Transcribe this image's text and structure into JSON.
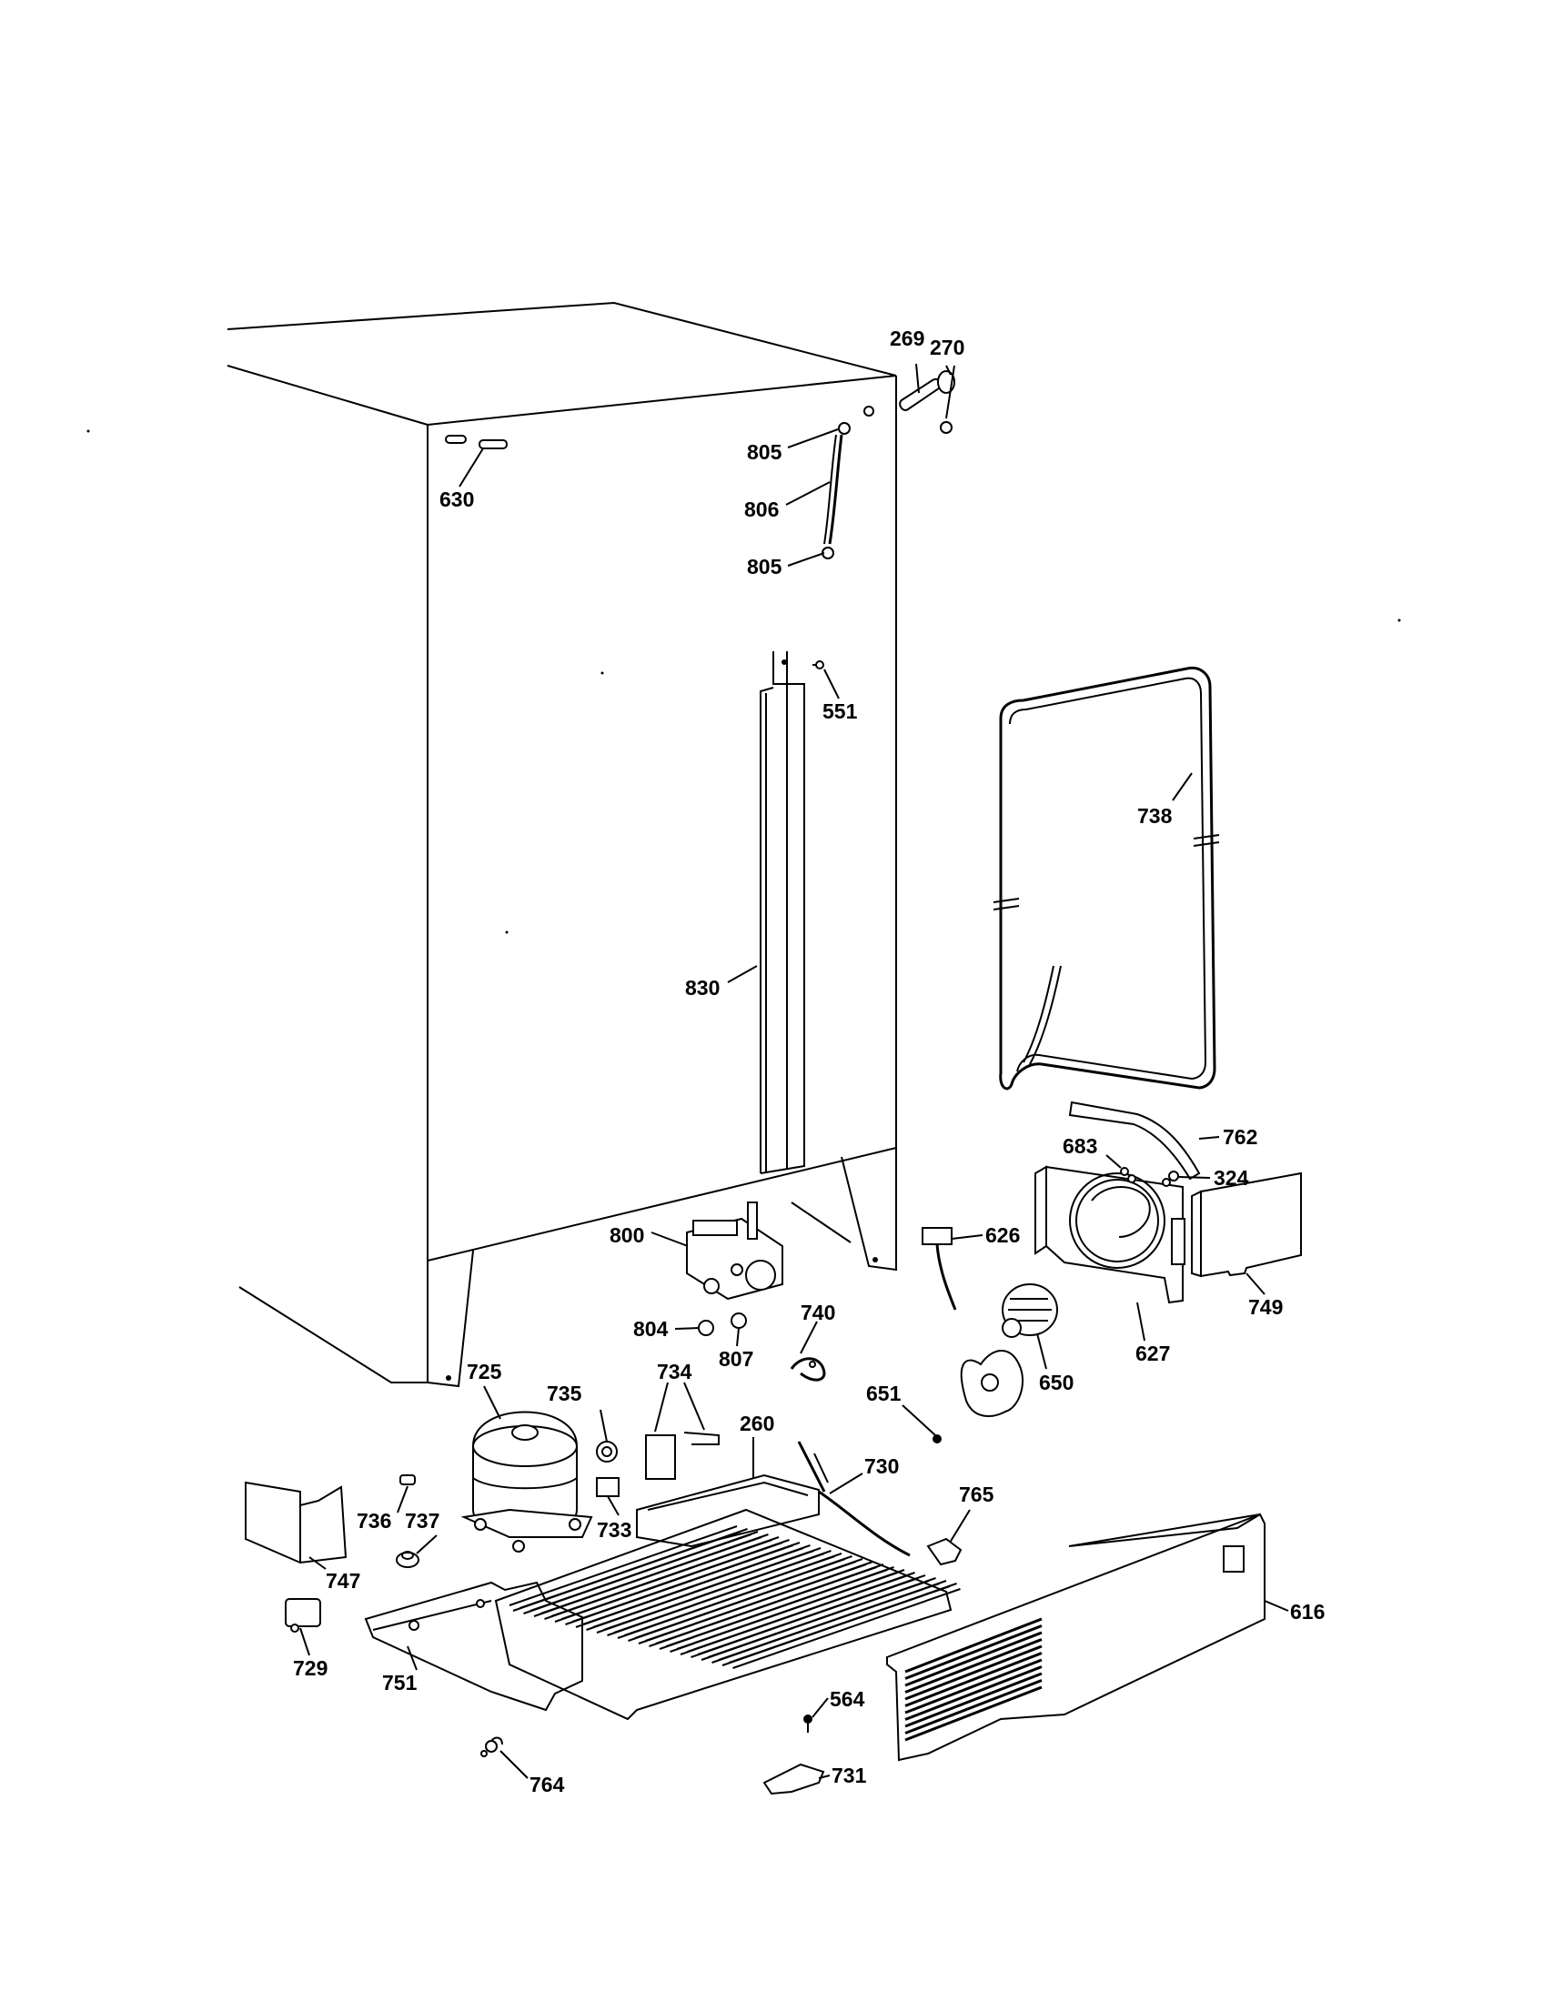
{
  "diagram": {
    "callouts": [
      {
        "id": "269",
        "label": "269"
      },
      {
        "id": "270",
        "label": "270"
      },
      {
        "id": "630",
        "label": "630"
      },
      {
        "id": "805a",
        "label": "805"
      },
      {
        "id": "806",
        "label": "806"
      },
      {
        "id": "805b",
        "label": "805"
      },
      {
        "id": "551",
        "label": "551"
      },
      {
        "id": "738",
        "label": "738"
      },
      {
        "id": "830",
        "label": "830"
      },
      {
        "id": "762",
        "label": "762"
      },
      {
        "id": "683",
        "label": "683"
      },
      {
        "id": "324",
        "label": "324"
      },
      {
        "id": "800",
        "label": "800"
      },
      {
        "id": "626",
        "label": "626"
      },
      {
        "id": "740",
        "label": "740"
      },
      {
        "id": "804",
        "label": "804"
      },
      {
        "id": "807",
        "label": "807"
      },
      {
        "id": "749",
        "label": "749"
      },
      {
        "id": "627",
        "label": "627"
      },
      {
        "id": "725",
        "label": "725"
      },
      {
        "id": "734",
        "label": "734"
      },
      {
        "id": "735",
        "label": "735"
      },
      {
        "id": "651",
        "label": "651"
      },
      {
        "id": "650",
        "label": "650"
      },
      {
        "id": "260",
        "label": "260"
      },
      {
        "id": "730",
        "label": "730"
      },
      {
        "id": "765",
        "label": "765"
      },
      {
        "id": "736",
        "label": "736"
      },
      {
        "id": "737",
        "label": "737"
      },
      {
        "id": "733",
        "label": "733"
      },
      {
        "id": "747",
        "label": "747"
      },
      {
        "id": "616",
        "label": "616"
      },
      {
        "id": "729",
        "label": "729"
      },
      {
        "id": "751",
        "label": "751"
      },
      {
        "id": "564",
        "label": "564"
      },
      {
        "id": "731",
        "label": "731"
      },
      {
        "id": "764",
        "label": "764"
      }
    ]
  }
}
